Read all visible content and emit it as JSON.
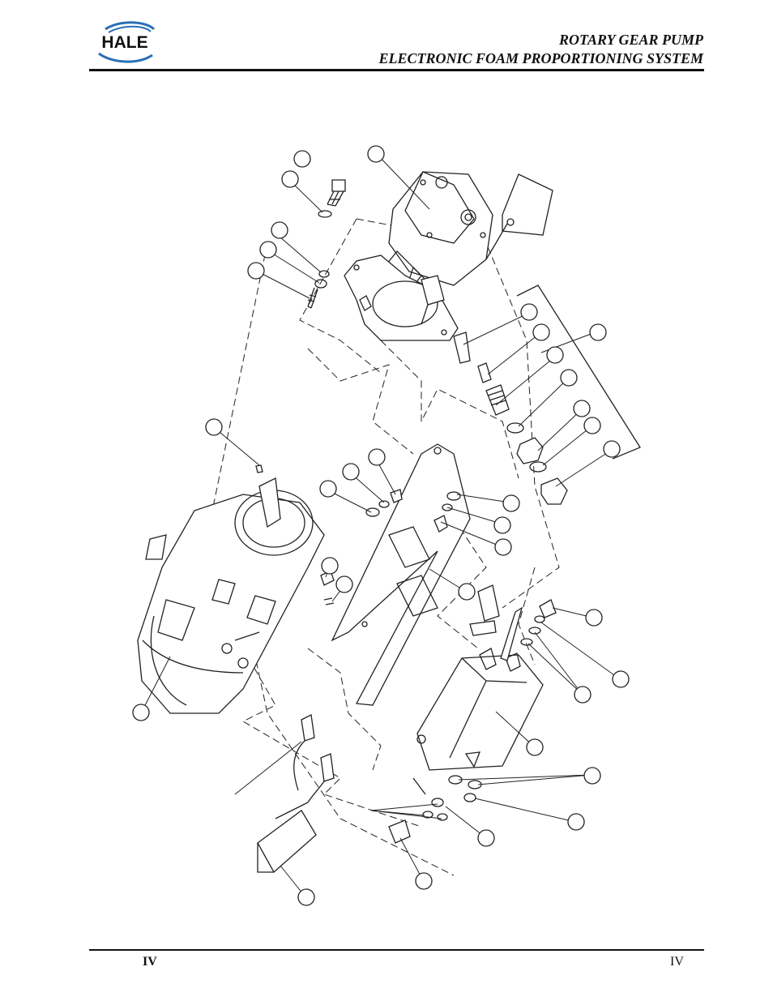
{
  "header": {
    "logo_text": "HALE",
    "title_line1": "ROTARY GEAR PUMP",
    "title_line2": "ELECTRONIC FOAM PROPORTIONING SYSTEM"
  },
  "footer": {
    "left_label": "IV",
    "right_label": "IV"
  },
  "colors": {
    "logo_blue": "#2a6fb5",
    "ink": "#111111"
  }
}
